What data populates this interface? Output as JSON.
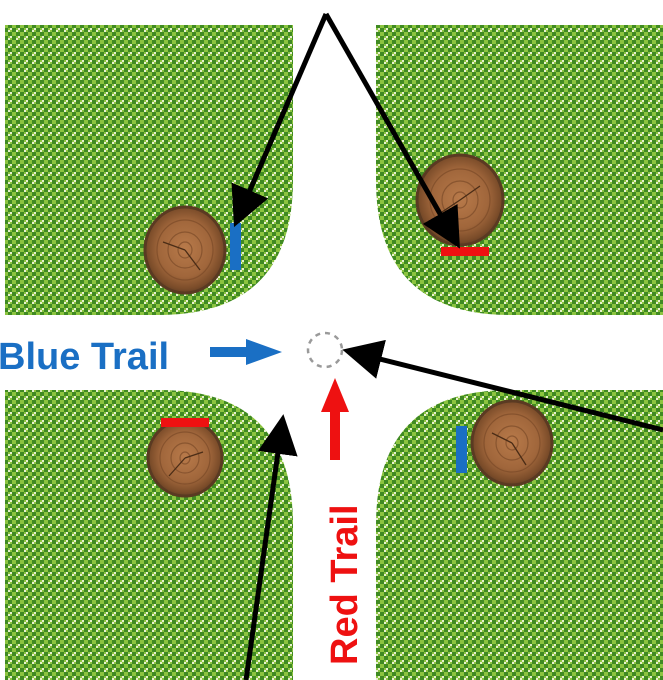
{
  "colors": {
    "grass": "#8cc43f",
    "grass_dark": "#3f8a22",
    "grass_light": "#e8f1cf",
    "trail_surface": "#ffffff",
    "blue": "#1a6fc4",
    "red": "#ee1111",
    "arrow": "#000000",
    "marker_outline": "#9a9a9a",
    "stump_bark": "#6b4528",
    "stump_wood": "#a46a40",
    "stump_ring": "#7a4a28"
  },
  "labels": {
    "blue_trail": "Blue Trail",
    "red_trail": "Red Trail"
  },
  "icons": {
    "stump": "tree-stump-icon",
    "intersection": "dashed-circle-marker",
    "blaze": "trail-blaze-bar"
  }
}
